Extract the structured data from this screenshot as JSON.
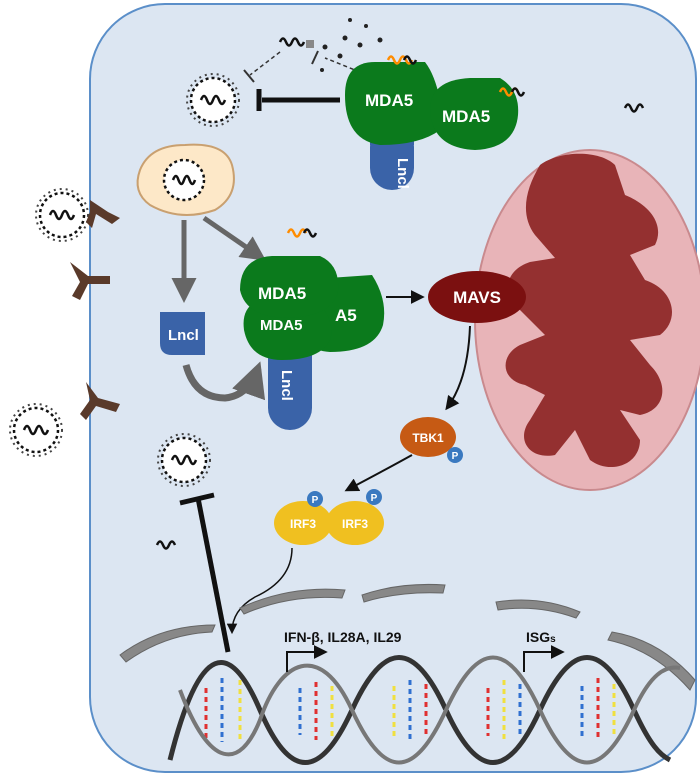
{
  "labels": {
    "mda5": "MDA5",
    "mda5_partial": "A5",
    "mda5_hidden": "MDA5",
    "lncl": "Lncl",
    "mavs": "MAVS",
    "tbk1": "TBK1",
    "irf3": "IRF3",
    "phospho": "P",
    "genes_left": "IFN-β, IL28A, IL29",
    "genes_right_main": "ISG",
    "genes_right_sub": "s"
  },
  "colors": {
    "cell_fill": "#dce6f2",
    "cell_stroke": "#5b8fc9",
    "mda5_green": "#0b7a1c",
    "lncl_blue": "#3a63a8",
    "mavs": "#7b1010",
    "tbk1": "#c65a14",
    "irf3": "#f0c020",
    "phospho": "#3a79c0",
    "mito_outer": "#e8b4b8",
    "mito_inner": "#943030",
    "arrow_gray": "#666666",
    "rna_orange": "#ff8c00"
  },
  "icons": [
    "virus-icon",
    "receptor-icon",
    "rna-icon",
    "endosome-icon",
    "mitochondrion-icon",
    "dna-helix-icon"
  ]
}
